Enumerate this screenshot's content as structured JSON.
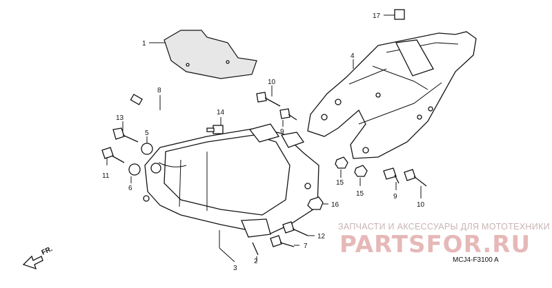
{
  "labels": {
    "p1": "1",
    "p2": "2",
    "p3": "3",
    "p4": "4",
    "p5": "5",
    "p6": "6",
    "p7": "7",
    "p8": "8",
    "p9a": "9",
    "p9b": "9",
    "p10a": "10",
    "p10b": "10",
    "p11": "11",
    "p12": "12",
    "p13": "13",
    "p14": "14",
    "p15a": "15",
    "p15b": "15",
    "p16": "16",
    "p17": "17"
  },
  "direction": "FR.",
  "diagram_code": "MCJ4-F3100 A",
  "watermark": {
    "tagline": "ЗАПЧАСТИ И АКСЕССУАРЫ ДЛЯ МОТОТЕХНИКИ",
    "brand": "PARTSFOR.RU"
  },
  "colors": {
    "ink": "#111111",
    "watermark": "#e6b8b8"
  }
}
